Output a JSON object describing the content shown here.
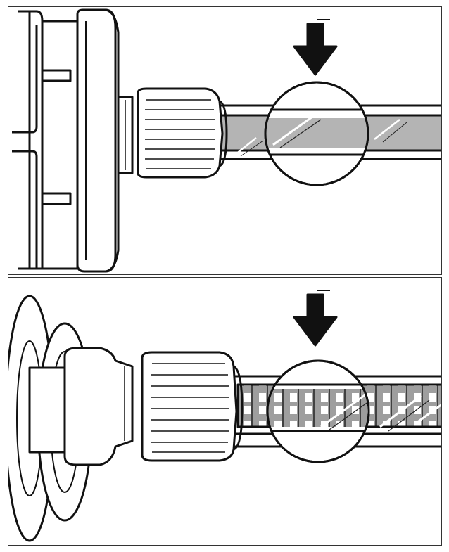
{
  "figure": {
    "panels": [
      {
        "id": "top",
        "tube_state": "filled"
      },
      {
        "id": "bottom",
        "tube_state": "filter-visible"
      }
    ],
    "colors": {
      "stroke": "#111111",
      "tube_fill_top": "#b4b4b4",
      "tube_fill_bottom": "#9e9e9e",
      "filter_cell": "#ffffff",
      "background": "#ffffff"
    },
    "icons": [
      "down-arrow-icon",
      "magnifier-circle-icon"
    ]
  }
}
